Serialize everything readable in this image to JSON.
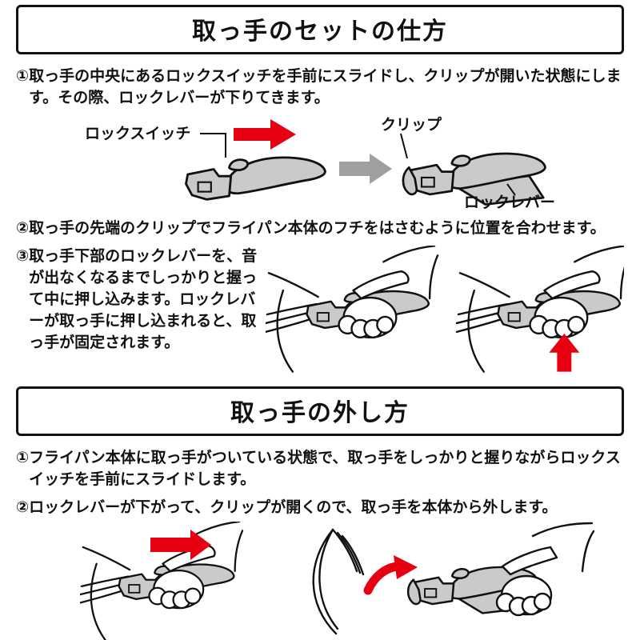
{
  "colors": {
    "accent_red": "#e60012",
    "illustration_gray": "#c9caca",
    "gray_arrow": "#9e9f9f",
    "text": "#111111"
  },
  "attach": {
    "title": "取っ手のセットの仕方",
    "step1": {
      "num": "①",
      "text": "取っ手の中央にあるロックスイッチを手前にスライドし、クリップが開いた状態にします。その際、ロックレバーが下りてきます。"
    },
    "step2": {
      "num": "②",
      "text": "取っ手の先端のクリップでフライパン本体のフチをはさむように位置を合わせます。"
    },
    "step3": {
      "num": "③",
      "text": "取っ手下部のロックレバーを、音が出なくなるまでしっかりと握って中に押し込みます。ロックレバーが取っ手に押し込まれると、取っ手が固定されます。"
    },
    "diagram_labels": {
      "lock_switch": "ロックスイッチ",
      "clip": "クリップ",
      "lock_lever": "ロックレバー"
    }
  },
  "detach": {
    "title": "取っ手の外し方",
    "step1": {
      "num": "①",
      "text": "フライパン本体に取っ手がついている状態で、取っ手をしっかりと握りながらロックスイッチを手前にスライドします。"
    },
    "step2": {
      "num": "②",
      "text": "ロックレバーが下がって、クリップが開くので、取っ手を本体から外します。"
    }
  }
}
